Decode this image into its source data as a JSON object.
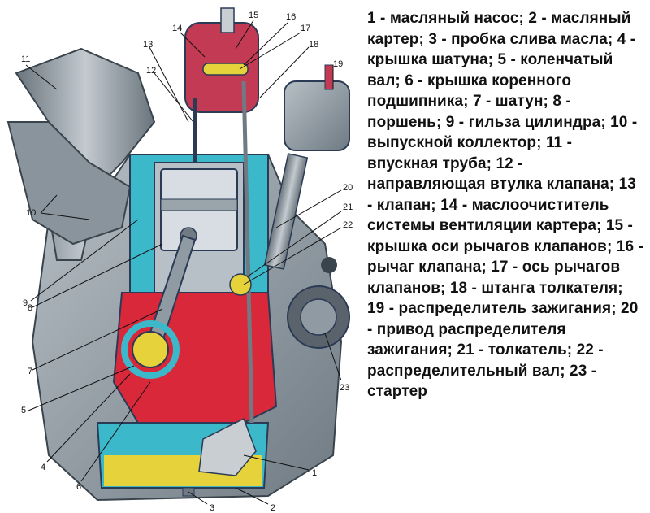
{
  "legend": [
    "1 - масляный насос;",
    "2 - масляный картер;",
    "3 - пробка слива масла;",
    "4 - крышка шатуна;",
    "5 - коленчатый вал;",
    "6 - крышка коренного подшипника;",
    "7 - шатун;",
    "8 - поршень;",
    "9 - гильза цилиндра;",
    "10 - выпускной коллектор;",
    "11 - впускная труба;",
    "12 - направляющая втулка клапана;",
    "13 - клапан;",
    "14 - маслоочиститель системы вентиляции картера;",
    "15 - крышка оси рычагов клапанов;",
    "16 - рычаг клапана;",
    "17 - ось рычагов клапанов;",
    "18 - штанга толкателя;",
    "19 - распределитель зажигания;",
    "20 - привод распределителя зажигания;",
    "21 - толкатель;",
    "22 - распределительный вал;",
    "23 - стартер"
  ],
  "callouts": [
    "1",
    "2",
    "3",
    "4",
    "5",
    "6",
    "7",
    "8",
    "9",
    "10",
    "10",
    "11",
    "12",
    "13",
    "14",
    "15",
    "16",
    "17",
    "18",
    "19",
    "20",
    "21",
    "22",
    "23"
  ],
  "colors": {
    "block": "#8f9aa3",
    "cutaway_red": "#d9283a",
    "coolant_cyan": "#3bb8c9",
    "oil_yellow": "#e6d33c",
    "outline": "#2b3a55"
  }
}
